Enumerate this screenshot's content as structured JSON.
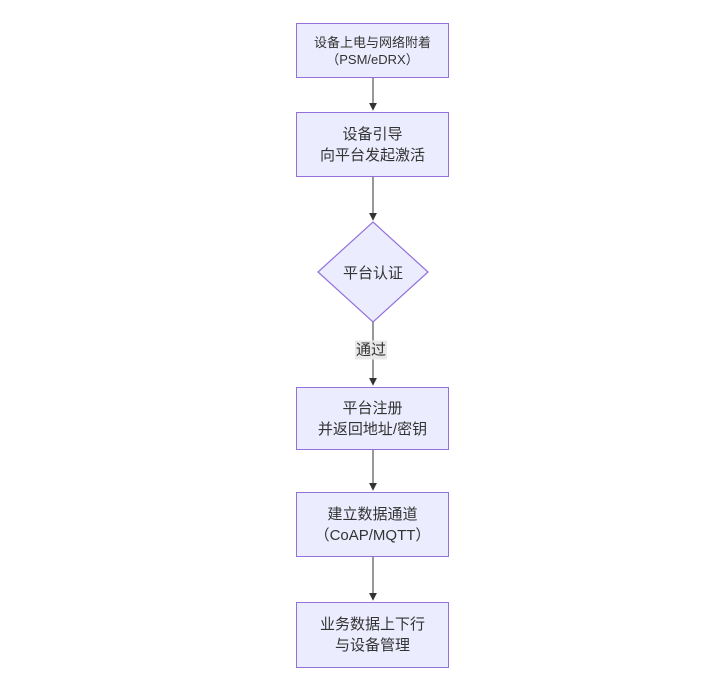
{
  "diagram": {
    "type": "flowchart",
    "direction": "top-down",
    "nodes": [
      {
        "id": "power-on",
        "shape": "rect",
        "lines": [
          "设备上电与网络附着",
          "（PSM/eDRX）"
        ]
      },
      {
        "id": "bootstrap",
        "shape": "rect",
        "lines": [
          "设备引导",
          "向平台发起激活"
        ]
      },
      {
        "id": "platform-auth",
        "shape": "diamond",
        "lines": [
          "平台认证"
        ]
      },
      {
        "id": "platform-register",
        "shape": "rect",
        "lines": [
          "平台注册",
          "并返回地址/密钥"
        ]
      },
      {
        "id": "data-channel",
        "shape": "rect",
        "lines": [
          "建立数据通道",
          "（CoAP/MQTT）"
        ]
      },
      {
        "id": "business-data",
        "shape": "rect",
        "lines": [
          "业务数据上下行",
          "与设备管理"
        ]
      }
    ],
    "edges": [
      {
        "from": "power-on",
        "to": "bootstrap",
        "label": ""
      },
      {
        "from": "bootstrap",
        "to": "platform-auth",
        "label": ""
      },
      {
        "from": "platform-auth",
        "to": "platform-register",
        "label": "通过"
      },
      {
        "from": "platform-register",
        "to": "data-channel",
        "label": ""
      },
      {
        "from": "data-channel",
        "to": "business-data",
        "label": ""
      }
    ],
    "colors": {
      "node_fill": "#ECECFF",
      "node_border": "#9370DB",
      "node_text": "#333333",
      "edge": "#333333",
      "edge_label_bg": "#e8e8e8",
      "canvas_bg": "#ffffff"
    }
  }
}
